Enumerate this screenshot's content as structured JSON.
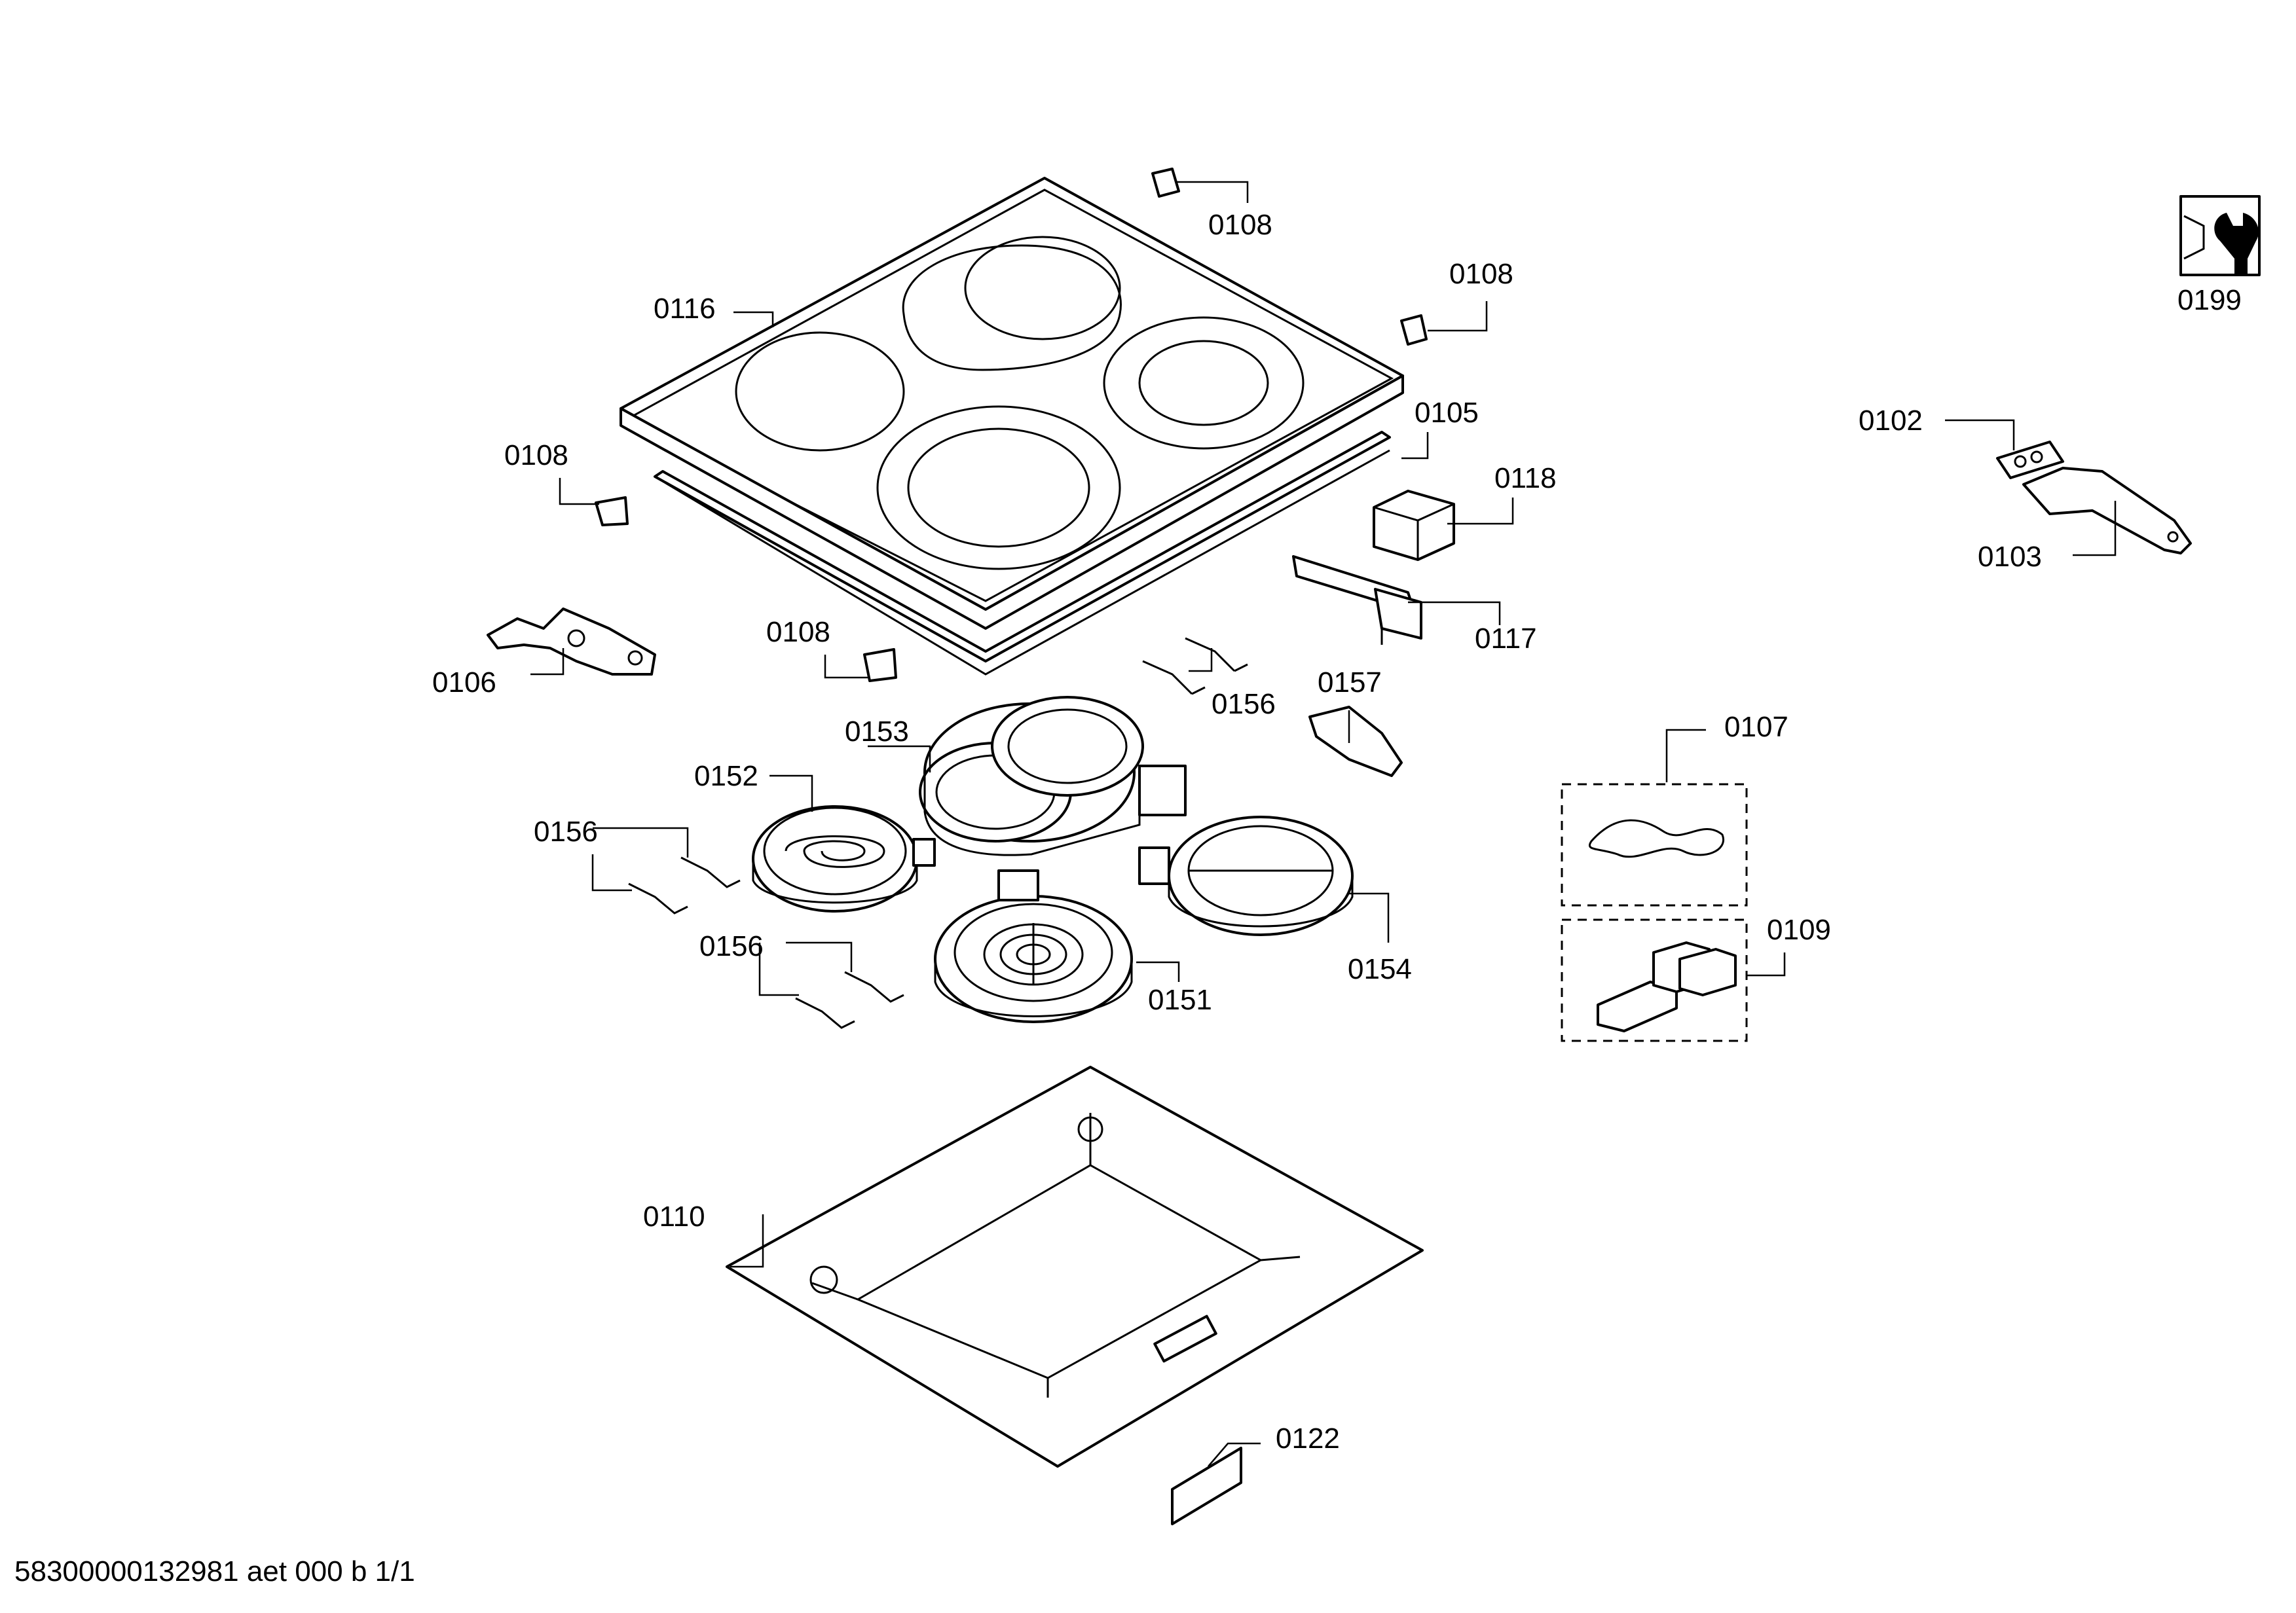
{
  "labels": {
    "p0116": "0116",
    "p0108a": "0108",
    "p0108b": "0108",
    "p0108c": "0108",
    "p0108d": "0108",
    "p0105": "0105",
    "p0118": "0118",
    "p0117": "0117",
    "p0106": "0106",
    "p0153": "0153",
    "p0152": "0152",
    "p0156a": "0156",
    "p0156b": "0156",
    "p0156c": "0156",
    "p0157": "0157",
    "p0151": "0151",
    "p0154": "0154",
    "p0107": "0107",
    "p0109": "0109",
    "p0110": "0110",
    "p0122": "0122",
    "p0199": "0199",
    "p0102": "0102",
    "p0103": "0103"
  },
  "footer": "58300000132981 aet 000 b 1/1"
}
